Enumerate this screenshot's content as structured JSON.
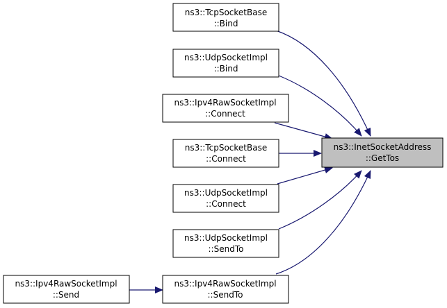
{
  "nodes": [
    {
      "id": "getTos",
      "line1": "ns3::InetSocketAddress",
      "line2": "::GetTos",
      "highlight": true
    },
    {
      "id": "tcpBind",
      "line1": "ns3::TcpSocketBase",
      "line2": "::Bind"
    },
    {
      "id": "udpBind",
      "line1": "ns3::UdpSocketImpl",
      "line2": "::Bind"
    },
    {
      "id": "ipv4Connect",
      "line1": "ns3::Ipv4RawSocketImpl",
      "line2": "::Connect"
    },
    {
      "id": "tcpConnect",
      "line1": "ns3::TcpSocketBase",
      "line2": "::Connect"
    },
    {
      "id": "udpConnect",
      "line1": "ns3::UdpSocketImpl",
      "line2": "::Connect"
    },
    {
      "id": "udpSendTo",
      "line1": "ns3::UdpSocketImpl",
      "line2": "::SendTo"
    },
    {
      "id": "ipv4SendTo",
      "line1": "ns3::Ipv4RawSocketImpl",
      "line2": "::SendTo"
    },
    {
      "id": "ipv4Send",
      "line1": "ns3::Ipv4RawSocketImpl",
      "line2": "::Send"
    }
  ],
  "edges": [
    {
      "from": "tcpBind",
      "to": "getTos"
    },
    {
      "from": "udpBind",
      "to": "getTos"
    },
    {
      "from": "ipv4Connect",
      "to": "getTos"
    },
    {
      "from": "tcpConnect",
      "to": "getTos"
    },
    {
      "from": "udpConnect",
      "to": "getTos"
    },
    {
      "from": "udpSendTo",
      "to": "getTos"
    },
    {
      "from": "ipv4SendTo",
      "to": "getTos"
    },
    {
      "from": "ipv4Send",
      "to": "ipv4SendTo"
    }
  ],
  "colors": {
    "edge": "#191970",
    "node_border": "#000000",
    "node_fill": "#ffffff",
    "highlight_fill": "#bfbfbf"
  }
}
